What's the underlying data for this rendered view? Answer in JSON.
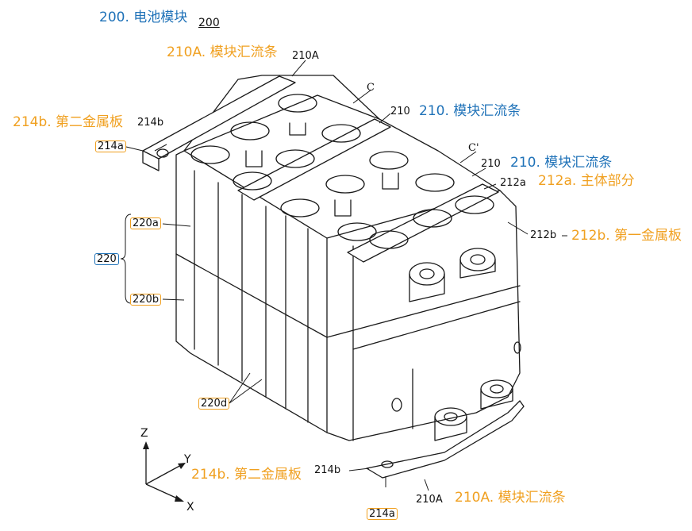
{
  "colors": {
    "blue": "#1f72b8",
    "orange": "#f0a020",
    "line": "#1a1a1a"
  },
  "title": {
    "text": "200. 电池模块",
    "ref": "200"
  },
  "callouts": {
    "c210A_top": "210A. 模块汇流条",
    "c210_a": "210. 模块汇流条",
    "c210_b": "210. 模块汇流条",
    "c212a": "212a. 主体部分",
    "c212b": "212b. 第一金属板",
    "c214b_left": "214b. 第二金属板",
    "c214b_bottom": "214b. 第二金属板",
    "c210A_bottom": "210A. 模块汇流条"
  },
  "refs": {
    "r210A_top": "210A",
    "r214b_left": "214b",
    "r214a_left": "214a",
    "rC": "C",
    "r210_a": "210",
    "rC2": "C'",
    "r210_b": "210",
    "r212a": "212a",
    "r212b": "212b",
    "r220a": "220a",
    "r220": "220",
    "r220b": "220b",
    "r220d": "220d",
    "r214b_bottom": "214b",
    "r214a_bottom": "214a",
    "r210A_bottom": "210A"
  },
  "axes": {
    "z": "Z",
    "y": "Y",
    "x": "X"
  }
}
